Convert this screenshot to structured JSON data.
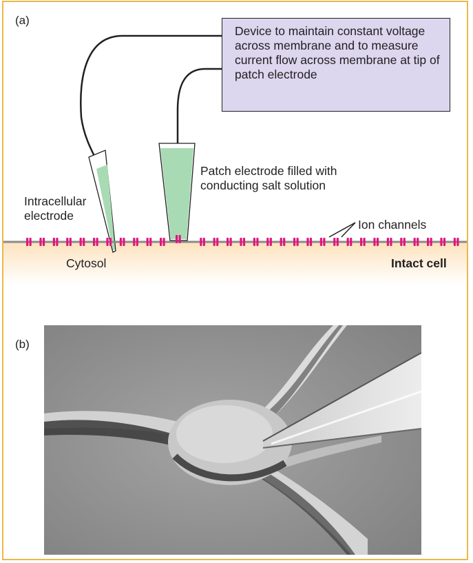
{
  "panel_a": {
    "label": "(a)",
    "device_box": "Device to maintain constant voltage across membrane and to measure current flow across membrane at tip of patch electrode",
    "patch_electrode_label": "Patch electrode filled with conducting salt solution",
    "intracellular_label": "Intracellular electrode",
    "ion_channels_label": "Ion channels",
    "cytosol_label": "Cytosol",
    "intact_cell_label": "Intact cell"
  },
  "panel_b": {
    "label": "(b)"
  },
  "colors": {
    "frame": "#e8b84a",
    "callout_fill": "#dcd6ef",
    "electrode_fill": "#a8dbb4",
    "ion_channel": "#e0157f",
    "membrane": "#8a8a8a",
    "cytosol_fill": "#fde7c8"
  }
}
